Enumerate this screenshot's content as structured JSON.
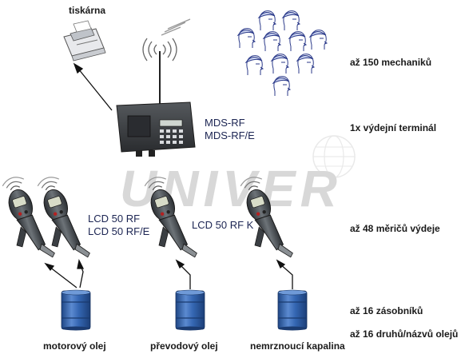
{
  "printer": {
    "label": "tiskárna",
    "icon": "printer-icon"
  },
  "terminal": {
    "models": [
      "MDS-RF",
      "MDS-RF/E"
    ],
    "icon": "dispensing-terminal-icon",
    "antenna_icon": "radio-waves-icon"
  },
  "watermark": {
    "text": "UNIVER",
    "icon": "globe-watermark-icon"
  },
  "meters": {
    "group_left_models": [
      "LCD 50 RF",
      "LCD 50 RF/E"
    ],
    "group_right_model": "LCD 50 RF K",
    "icon": "dispensing-meter-icon"
  },
  "tanks": [
    {
      "label": "motorový olej",
      "icon": "oil-barrel-icon"
    },
    {
      "label": "převodový olej",
      "icon": "oil-barrel-icon"
    },
    {
      "label": "nemrznoucí kapalina",
      "icon": "oil-barrel-icon"
    }
  ],
  "right_labels": {
    "mechanics": "až 150 mechaniků",
    "terminal": "1x výdejní terminál",
    "meters": "až 48 měričů výdeje",
    "tanks": "až 16 zásobníků",
    "products": "až 16 druhů/názvů olejů"
  },
  "colors": {
    "barrel": "#2f5fa8",
    "terminal": "#3a3d40",
    "text_dark": "#1b2452"
  }
}
